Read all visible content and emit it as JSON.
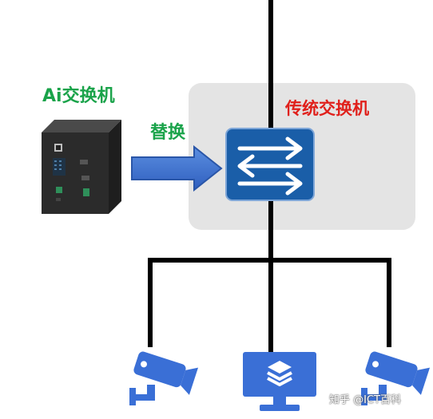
{
  "labels": {
    "ai_switch": "Ai交换机",
    "replace": "替换",
    "traditional_switch": "传统交换机"
  },
  "watermark": "知乎 @ICT百科",
  "icons": {
    "ai_switch": "ai-switch-box-icon",
    "arrow": "replace-arrow-icon",
    "switch": "network-switch-icon",
    "camera_left": "security-camera-icon",
    "monitor": "monitor-layers-icon",
    "camera_right": "security-camera-icon"
  },
  "colors": {
    "green_text": "#1aa34a",
    "red_text": "#e0201b",
    "panel_bg": "#e4e4e4",
    "switch_blue": "#1a5ea8",
    "arrow_blue": "#3b6fce",
    "device_blue": "#3a6fd6",
    "line": "#000000"
  }
}
